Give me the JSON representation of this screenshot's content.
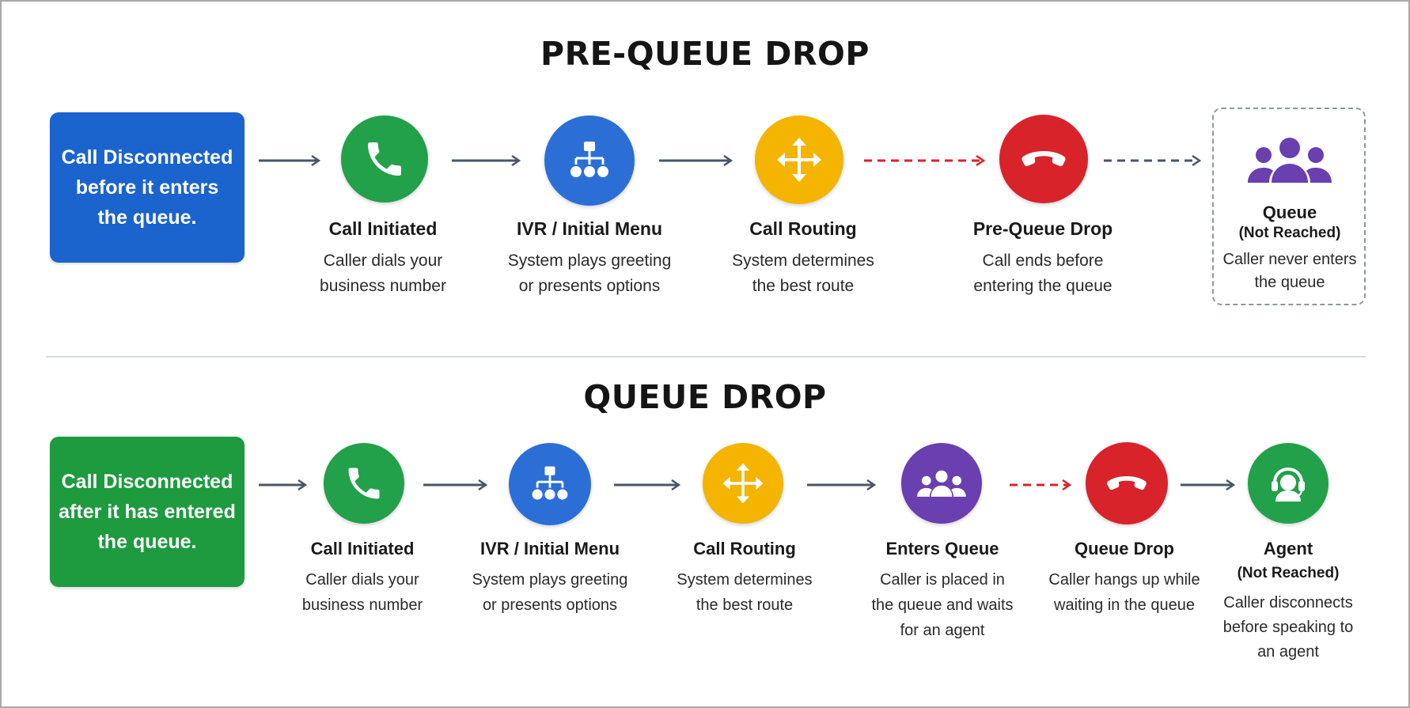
{
  "colors": {
    "blue": "#2b6fd6",
    "green": "#22a04a",
    "yellow": "#f4b400",
    "red": "#d8232a",
    "purple": "#6a3fb0",
    "arrow_gray": "#4a5566",
    "arrow_red": "#d8232a"
  },
  "pre_queue": {
    "title": "PRE-QUEUE DROP",
    "summary": "Call Disconnected\nbefore it enters\nthe queue.",
    "steps": [
      {
        "icon": "phone-icon",
        "title": "Call Initiated",
        "desc": "Caller dials your\nbusiness number"
      },
      {
        "icon": "ivr-tree-icon",
        "title": "IVR / Initial Menu",
        "desc": "System plays greeting\nor presents options"
      },
      {
        "icon": "routing-arrows-icon",
        "title": "Call Routing",
        "desc": "System determines\nthe best route"
      },
      {
        "icon": "hang-up-icon",
        "title": "Pre-Queue Drop",
        "desc": "Call ends before\nentering the queue"
      },
      {
        "icon": "people-group-icon",
        "title": "Queue",
        "subtitle": "(Not Reached)",
        "desc": "Caller never enters\nthe queue"
      }
    ]
  },
  "queue": {
    "title": "QUEUE DROP",
    "summary": "Call Disconnected\nafter it has entered\nthe queue.",
    "steps": [
      {
        "icon": "phone-icon",
        "title": "Call Initiated",
        "desc": "Caller dials your\nbusiness number"
      },
      {
        "icon": "ivr-tree-icon",
        "title": "IVR / Initial Menu",
        "desc": "System plays greeting\nor presents options"
      },
      {
        "icon": "routing-arrows-icon",
        "title": "Call Routing",
        "desc": "System determines\nthe best route"
      },
      {
        "icon": "people-group-icon",
        "title": "Enters Queue",
        "desc": "Caller is placed in\nthe queue and waits\nfor an agent"
      },
      {
        "icon": "hang-up-icon",
        "title": "Queue Drop",
        "desc": "Caller hangs up while\nwaiting in the queue"
      },
      {
        "icon": "agent-headset-icon",
        "title": "Agent",
        "subtitle": "(Not Reached)",
        "desc": "Caller disconnects\nbefore speaking to\nan agent"
      }
    ]
  }
}
